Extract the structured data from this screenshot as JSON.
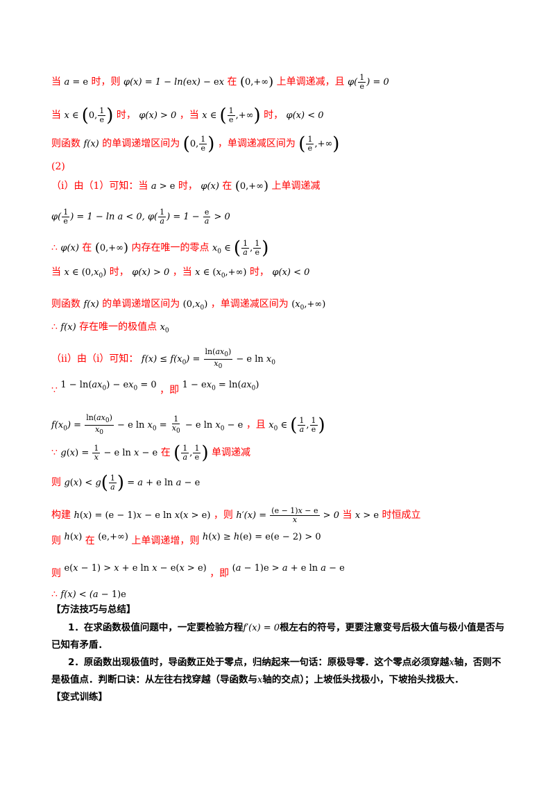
{
  "lines": {
    "l1": {
      "a": "当",
      "b": "时，则",
      "c": "在",
      "d": "上单调递减，且"
    },
    "l2": {
      "a": "当",
      "b": "时，",
      "c": "，当",
      "d": "时，"
    },
    "l3": {
      "a": "则函数",
      "b": "的单调递增区间为",
      "c": "，单调递减区间为"
    },
    "l4": {
      "a": "(2)"
    },
    "l5": {
      "a": "（i）由（1）可知：当",
      "b": "时，",
      "c": "在",
      "d": "上单调递减"
    },
    "l7": {
      "a": "∴",
      "b": "在",
      "c": "内存在唯一的零点"
    },
    "l8": {
      "a": "当",
      "b": "时，",
      "c": "，当",
      "d": "时，"
    },
    "l9": {
      "a": "则函数",
      "b": "的单调递增区间为",
      "c": "，单调递减区间为"
    },
    "l10": {
      "a": "∴",
      "b": "存在唯一的极值点"
    },
    "l11": {
      "a": "（ii）由（i）可知："
    },
    "l12": {
      "a": "∵",
      "b": "，即"
    },
    "l13": {
      "a": "，且"
    },
    "l14": {
      "a": "∵",
      "b": "在",
      "c": "单调递减"
    },
    "l15": {
      "a": "则"
    },
    "l16": {
      "a": "构建",
      "b": "，则",
      "c": "当",
      "d": "时恒成立"
    },
    "l17": {
      "a": "则",
      "b": "在",
      "c": "上单调递增，则"
    },
    "l18": {
      "a": "则",
      "b": "，即"
    },
    "l19": {
      "a": "∴"
    }
  },
  "summary": {
    "heading1": "【方法技巧与总结】",
    "p1a": "1．在求函数极值问题中，一定要检验方程",
    "p1b": "根左右的符号，更要注意变号后极大值与极小值是否与已知有矛盾．",
    "p2a": "2．原函数出现极值时，导函数正处于零点，归纳起来一句话：原极导零．这个零点必须穿越",
    "p2b": "轴，否则不是极值点．判断口诀：从左往右找穿越（导函数与",
    "p2c": "轴的交点）；上坡低头找极小，下坡抬头找极大．",
    "heading2": "【变式训练】"
  }
}
